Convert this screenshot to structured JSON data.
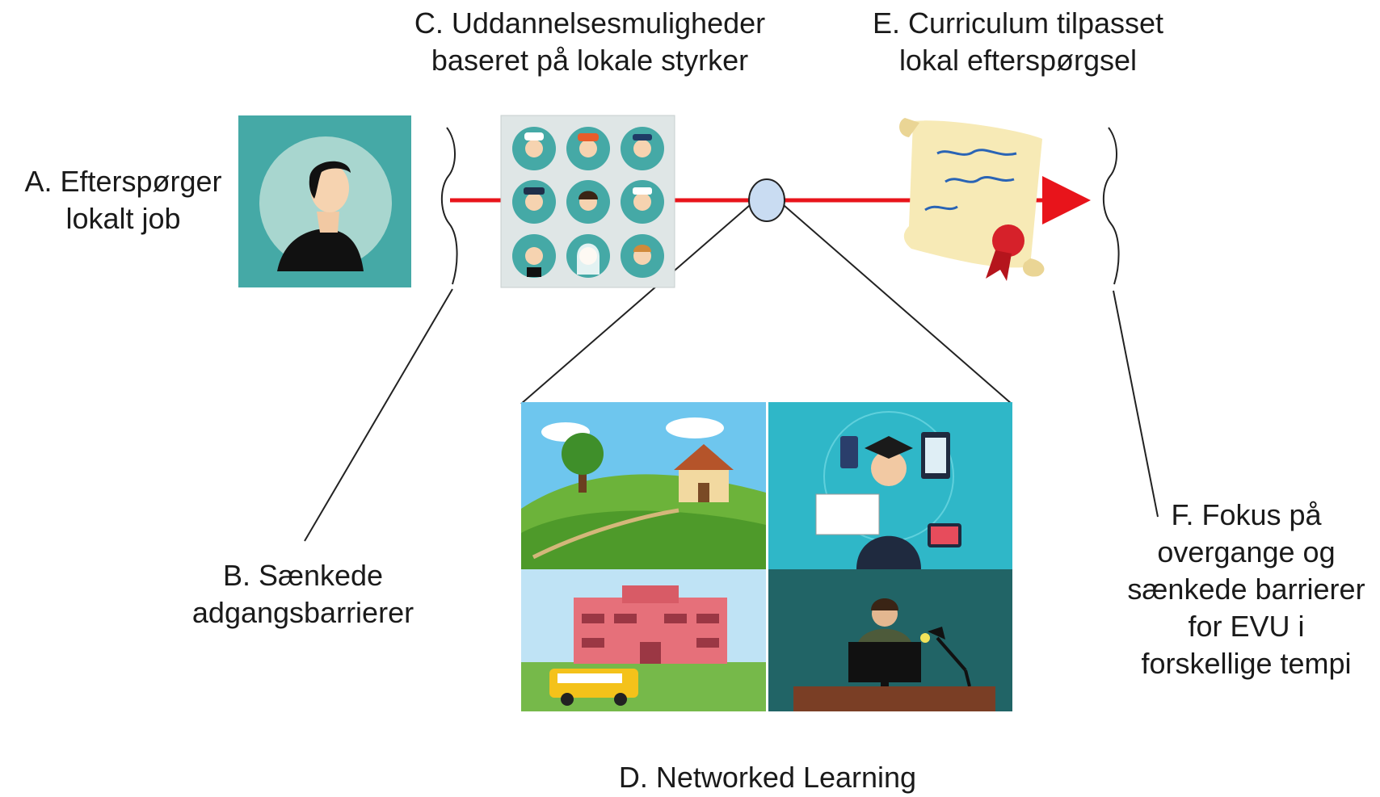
{
  "labels": {
    "a": [
      "A. Efterspørger",
      "lokalt job"
    ],
    "b": [
      "B. Sænkede",
      "adgangsbarrierer"
    ],
    "c": [
      "C. Uddannelsesmuligheder",
      "baseret på lokale styrker"
    ],
    "d": [
      "D. Networked Learning"
    ],
    "e": [
      "E. Curriculum tilpasset",
      "lokal efterspørgsel"
    ],
    "f": [
      "F. Fokus på",
      "overgange og",
      "sænkede barrierer",
      "for EVU i",
      "forskellige tempi"
    ]
  },
  "colors": {
    "flow_arrow": "#e8141b",
    "node_fill": "#c9dcf2",
    "teal": "#45a9a6",
    "line": "#222222"
  },
  "icons": {
    "a": "person-avatar-icon",
    "c": "professions-grid-icon",
    "e": "diploma-scroll-icon",
    "d": [
      "countryside-house-icon",
      "graduate-technology-icon",
      "school-bus-icon",
      "online-teacher-icon"
    ]
  }
}
